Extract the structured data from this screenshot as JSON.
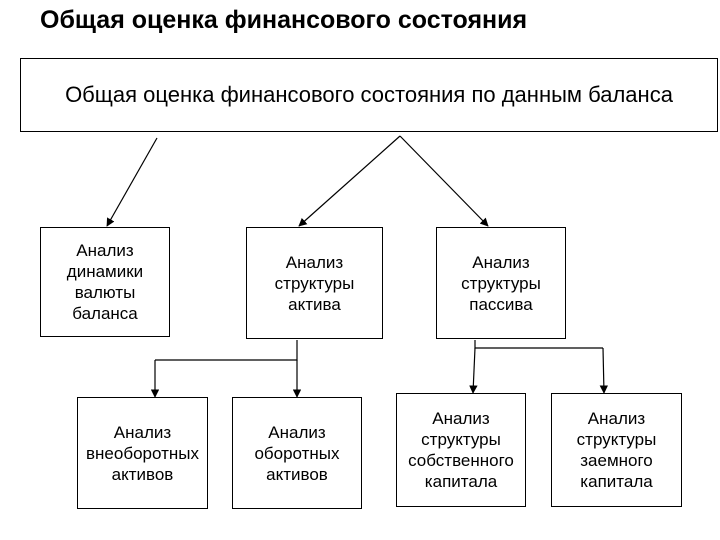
{
  "page_title": "Общая оценка финансового состояния",
  "diagram": {
    "root": {
      "label": "Общая оценка финансового состояния по данным баланса"
    },
    "level1": [
      {
        "label": "Анализ динамики валюты баланса"
      },
      {
        "label": "Анализ структуры актива"
      },
      {
        "label": "Анализ структуры пассива"
      }
    ],
    "level2": [
      {
        "label": "Анализ внеоборотных активов"
      },
      {
        "label": "Анализ оборотных активов"
      },
      {
        "label": "Анализ структуры собственного капитала"
      },
      {
        "label": "Анализ структуры заемного капитала"
      }
    ]
  },
  "colors": {
    "stroke": "#000000",
    "background": "#ffffff",
    "text": "#000000"
  }
}
